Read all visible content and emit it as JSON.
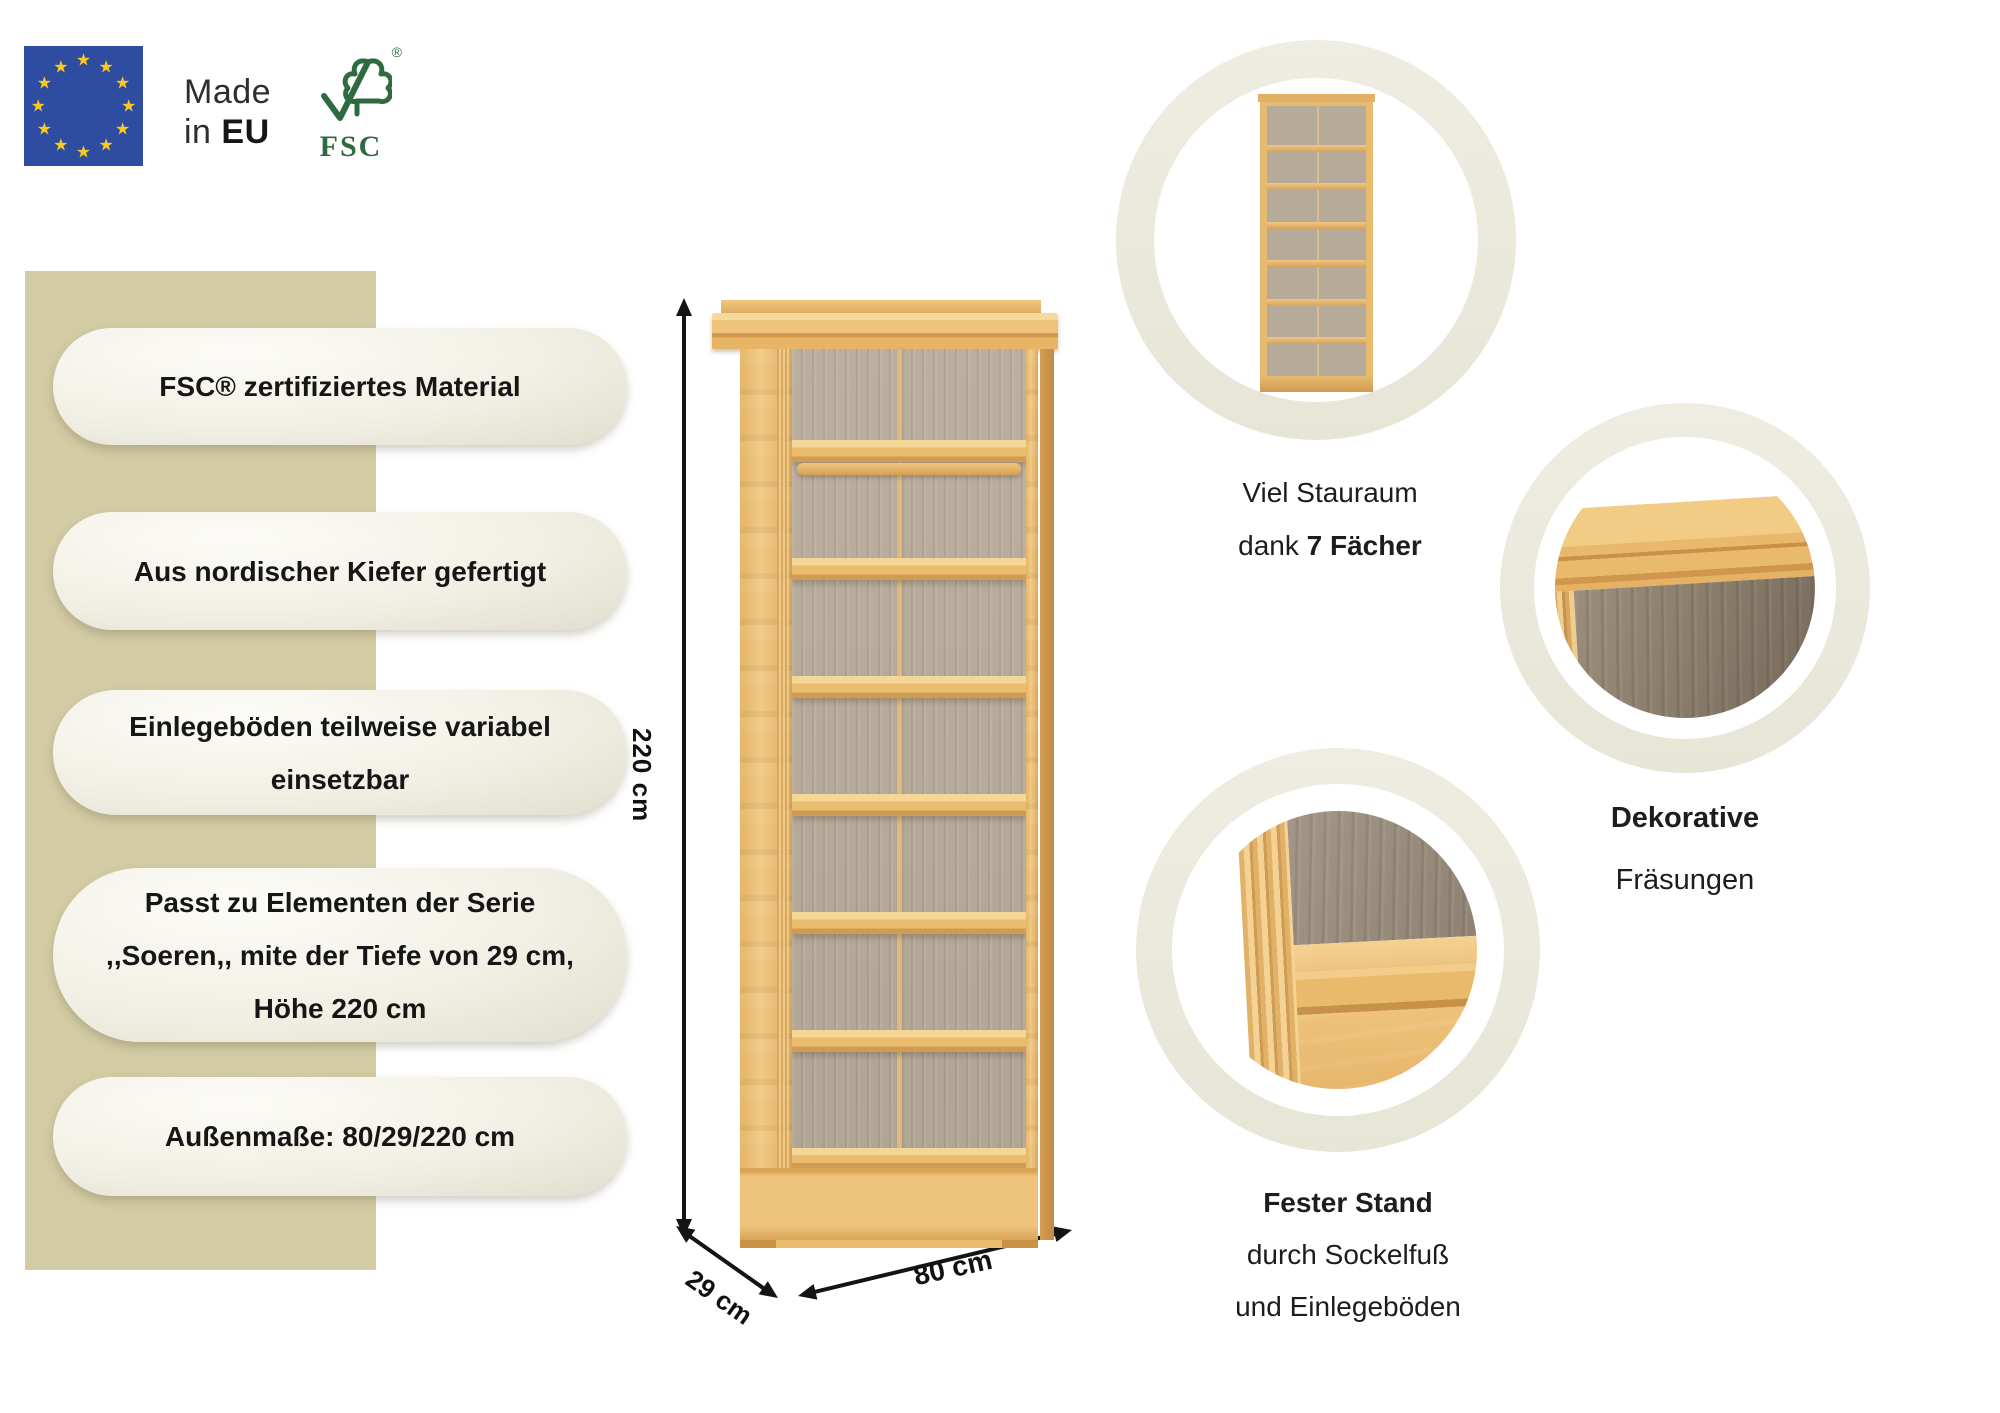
{
  "branding": {
    "eu_flag": {
      "star_count": 12,
      "blue": "#2e4da0",
      "gold": "#f8c920"
    },
    "made_in": {
      "line1": "Made",
      "line2_regular": "in ",
      "line2_bold": "EU"
    },
    "fsc": {
      "label": "FSC",
      "registered": "®",
      "green": "#2e6b41"
    }
  },
  "feature_badges": [
    {
      "lines": [
        "FSC® zertifiziertes Material"
      ]
    },
    {
      "lines": [
        "Aus nordischer Kiefer gefertigt"
      ]
    },
    {
      "lines": [
        "Einlegeböden teilweise variabel",
        "einsetzbar"
      ]
    },
    {
      "lines": [
        "Passt zu Elementen der Serie",
        ",,Soeren,, mite der Tiefe von 29 cm,",
        "Höhe 220 cm"
      ]
    },
    {
      "lines": [
        "Außenmaße: 80/29/220 cm"
      ]
    }
  ],
  "dimensions": {
    "height": "220 cm",
    "depth": "29 cm",
    "width": "80 cm"
  },
  "product": {
    "compartment_count": 7,
    "shelf_count": 6
  },
  "callouts": [
    {
      "id": "storage",
      "lines": [
        [
          {
            "t": "Viel Stauraum",
            "b": false
          }
        ],
        [
          {
            "t": "dank ",
            "b": false
          },
          {
            "t": "7 Fächer",
            "b": true
          }
        ]
      ]
    },
    {
      "id": "milling",
      "lines": [
        [
          {
            "t": "Dekorative",
            "b": true
          }
        ],
        [
          {
            "t": "Fräsungen",
            "b": false
          }
        ]
      ]
    },
    {
      "id": "stand",
      "lines": [
        [
          {
            "t": "Fester Stand",
            "b": true
          }
        ],
        [
          {
            "t": "durch Sockelfuß",
            "b": false
          }
        ],
        [
          {
            "t": "und Einlegeböden",
            "b": false
          }
        ]
      ]
    }
  ],
  "colors": {
    "band": "#d2cba3",
    "badge_pill": "#f2f0e5",
    "ring_cream": "#eceadd",
    "wood_face": "#ecc179",
    "wood_shade": "#d39a4e",
    "back_panel": "#b6aa9b",
    "back_panel_dark": "#6f6355",
    "text": "#161616"
  }
}
